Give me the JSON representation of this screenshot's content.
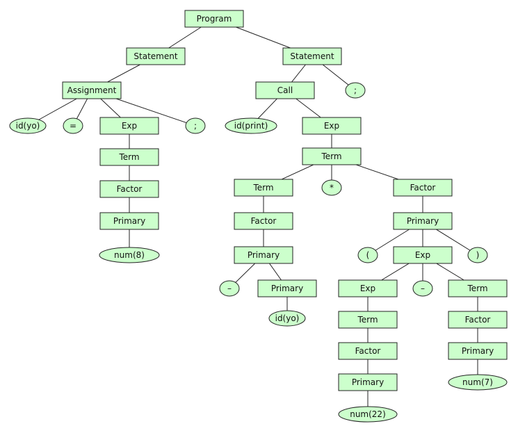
{
  "diagram": {
    "nodes": [
      {
        "id": "program",
        "label": "Program",
        "shape": "box"
      },
      {
        "id": "stmt1",
        "label": "Statement",
        "shape": "box"
      },
      {
        "id": "stmt2",
        "label": "Statement",
        "shape": "box"
      },
      {
        "id": "assign",
        "label": "Assignment",
        "shape": "box"
      },
      {
        "id": "call",
        "label": "Call",
        "shape": "box"
      },
      {
        "id": "semi2",
        "label": ";",
        "shape": "ellipse"
      },
      {
        "id": "idyo1",
        "label": "id(yo)",
        "shape": "ellipse"
      },
      {
        "id": "eq",
        "label": "=",
        "shape": "ellipse"
      },
      {
        "id": "exp1",
        "label": "Exp",
        "shape": "box"
      },
      {
        "id": "semi1",
        "label": ";",
        "shape": "ellipse"
      },
      {
        "id": "idprint",
        "label": "id(print)",
        "shape": "ellipse"
      },
      {
        "id": "exp2",
        "label": "Exp",
        "shape": "box"
      },
      {
        "id": "term1",
        "label": "Term",
        "shape": "box"
      },
      {
        "id": "factor1",
        "label": "Factor",
        "shape": "box"
      },
      {
        "id": "primary1",
        "label": "Primary",
        "shape": "box"
      },
      {
        "id": "num8",
        "label": "num(8)",
        "shape": "ellipse"
      },
      {
        "id": "term2",
        "label": "Term",
        "shape": "box"
      },
      {
        "id": "term3",
        "label": "Term",
        "shape": "box"
      },
      {
        "id": "star",
        "label": "*",
        "shape": "ellipse"
      },
      {
        "id": "factor2",
        "label": "Factor",
        "shape": "box"
      },
      {
        "id": "factor3",
        "label": "Factor",
        "shape": "box"
      },
      {
        "id": "primary2",
        "label": "Primary",
        "shape": "box"
      },
      {
        "id": "primary3",
        "label": "Primary",
        "shape": "box"
      },
      {
        "id": "minus1",
        "label": "–",
        "shape": "ellipse"
      },
      {
        "id": "primary4",
        "label": "Primary",
        "shape": "box"
      },
      {
        "id": "idyo2",
        "label": "id(yo)",
        "shape": "ellipse"
      },
      {
        "id": "lparen",
        "label": "(",
        "shape": "ellipse"
      },
      {
        "id": "exp3",
        "label": "Exp",
        "shape": "box"
      },
      {
        "id": "rparen",
        "label": ")",
        "shape": "ellipse"
      },
      {
        "id": "exp4",
        "label": "Exp",
        "shape": "box"
      },
      {
        "id": "minus2",
        "label": "–",
        "shape": "ellipse"
      },
      {
        "id": "term4",
        "label": "Term",
        "shape": "box"
      },
      {
        "id": "term5",
        "label": "Term",
        "shape": "box"
      },
      {
        "id": "factor4",
        "label": "Factor",
        "shape": "box"
      },
      {
        "id": "factor5",
        "label": "Factor",
        "shape": "box"
      },
      {
        "id": "primary5",
        "label": "Primary",
        "shape": "box"
      },
      {
        "id": "primary6",
        "label": "Primary",
        "shape": "box"
      },
      {
        "id": "num7",
        "label": "num(7)",
        "shape": "ellipse"
      },
      {
        "id": "num22",
        "label": "num(22)",
        "shape": "ellipse"
      }
    ],
    "edges": [
      [
        "program",
        "stmt1"
      ],
      [
        "program",
        "stmt2"
      ],
      [
        "stmt1",
        "assign"
      ],
      [
        "stmt2",
        "call"
      ],
      [
        "stmt2",
        "semi2"
      ],
      [
        "assign",
        "idyo1"
      ],
      [
        "assign",
        "eq"
      ],
      [
        "assign",
        "exp1"
      ],
      [
        "assign",
        "semi1"
      ],
      [
        "call",
        "idprint"
      ],
      [
        "call",
        "exp2"
      ],
      [
        "exp1",
        "term1"
      ],
      [
        "term1",
        "factor1"
      ],
      [
        "factor1",
        "primary1"
      ],
      [
        "primary1",
        "num8"
      ],
      [
        "exp2",
        "term2"
      ],
      [
        "term2",
        "term3"
      ],
      [
        "term2",
        "star"
      ],
      [
        "term2",
        "factor2"
      ],
      [
        "term3",
        "factor3"
      ],
      [
        "factor3",
        "primary3"
      ],
      [
        "primary3",
        "minus1"
      ],
      [
        "primary3",
        "primary4"
      ],
      [
        "primary4",
        "idyo2"
      ],
      [
        "factor2",
        "primary2"
      ],
      [
        "primary2",
        "lparen"
      ],
      [
        "primary2",
        "exp3"
      ],
      [
        "primary2",
        "rparen"
      ],
      [
        "exp3",
        "exp4"
      ],
      [
        "exp3",
        "minus2"
      ],
      [
        "exp3",
        "term4"
      ],
      [
        "exp4",
        "term5"
      ],
      [
        "term5",
        "factor5"
      ],
      [
        "factor5",
        "primary6"
      ],
      [
        "primary6",
        "num22"
      ],
      [
        "term4",
        "factor4"
      ],
      [
        "factor4",
        "primary5"
      ],
      [
        "primary5",
        "num7"
      ]
    ]
  }
}
